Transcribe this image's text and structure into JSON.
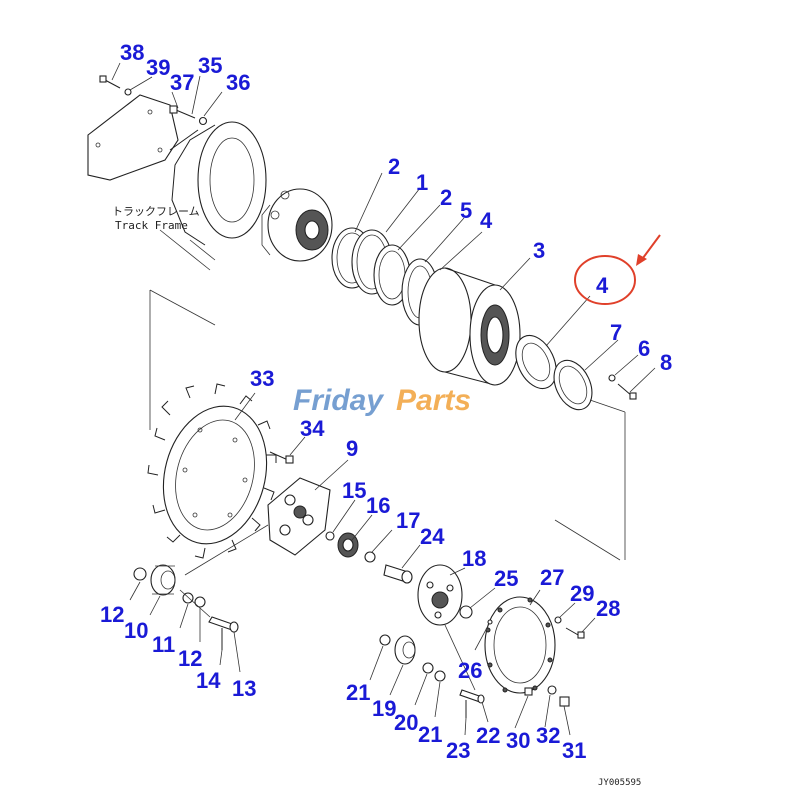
{
  "labels": {
    "p38": "38",
    "p39": "39",
    "p37": "37",
    "p35": "35",
    "p36": "36",
    "p2a": "2",
    "p1": "1",
    "p2b": "2",
    "p5": "5",
    "p4a": "4",
    "p3": "3",
    "p4b": "4",
    "p7": "7",
    "p6": "6",
    "p8": "8",
    "p33": "33",
    "p34": "34",
    "p9": "9",
    "p15": "15",
    "p16": "16",
    "p17": "17",
    "p24": "24",
    "p18": "18",
    "p25": "25",
    "p27": "27",
    "p29": "29",
    "p28": "28",
    "p12a": "12",
    "p10": "10",
    "p11": "11",
    "p12b": "12",
    "p14": "14",
    "p13": "13",
    "p21a": "21",
    "p19": "19",
    "p20": "20",
    "p21b": "21",
    "p23": "23",
    "p22": "22",
    "p30": "30",
    "p32": "32",
    "p31": "31",
    "p26": "26"
  },
  "annotations": {
    "jp_caption": "トラックフレーム",
    "en_caption": "Track Frame",
    "drawing_code": "JY005595"
  },
  "watermark": {
    "part1": "Friday",
    "part2": "Parts"
  },
  "highlight": {
    "color": "#e0402a",
    "target_label": "4"
  },
  "colors": {
    "label": "#1a1ad6",
    "line": "#222222"
  }
}
